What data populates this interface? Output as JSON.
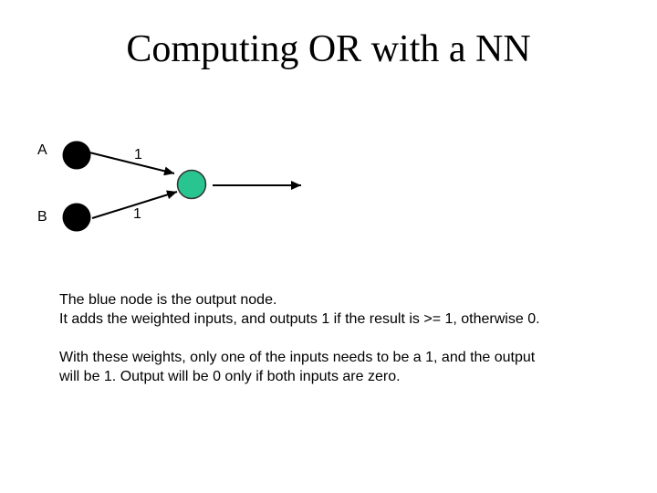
{
  "slide": {
    "title": "Computing OR with a NN"
  },
  "diagram": {
    "input_a_label": "A",
    "input_b_label": "B",
    "weight_a_label": "1",
    "weight_b_label": "1",
    "colors": {
      "input_node_fill": "#000000",
      "output_node_fill": "#29C591",
      "output_node_stroke": "#333333",
      "connector": "#000000"
    }
  },
  "body": {
    "paragraphs": [
      {
        "lines": [
          "The blue node is the output node.",
          "It adds the weighted inputs, and outputs 1 if the result is >= 1, otherwise 0."
        ]
      },
      {
        "lines": [
          "With these weights, only one of the inputs needs to be a 1, and the output",
          "will be 1. Output will be 0 only if both inputs are zero."
        ]
      }
    ]
  }
}
